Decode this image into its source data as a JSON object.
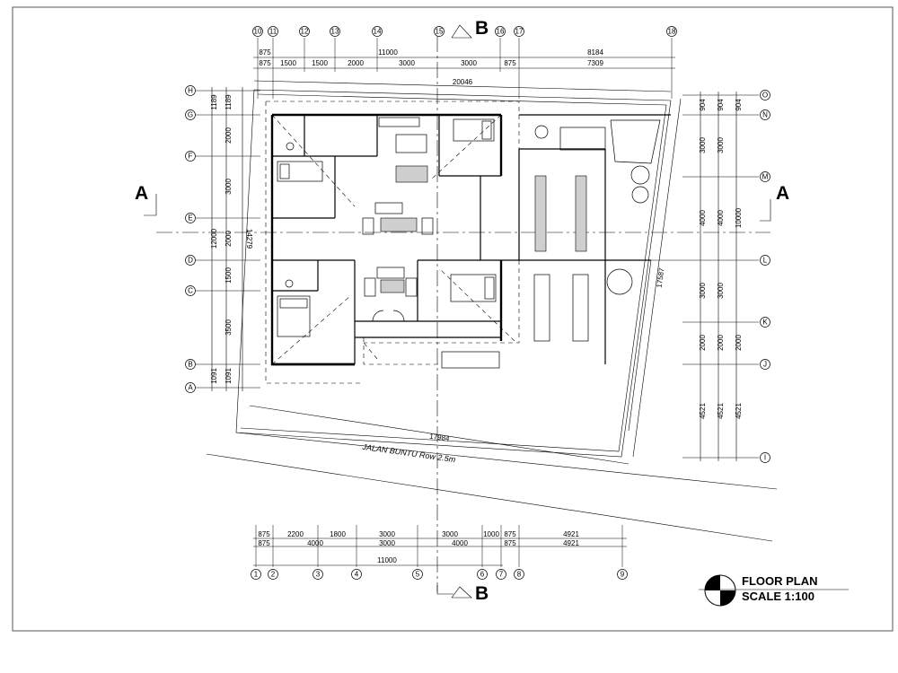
{
  "top_axes": [
    "10",
    "11",
    "12",
    "13",
    "14",
    "15",
    "16",
    "17",
    "18"
  ],
  "top_dims_row1": [
    "875",
    "11000",
    "8184"
  ],
  "top_dims_row2": [
    "875",
    "1500",
    "1500",
    "2000",
    "3000",
    "3000",
    "875",
    "7309"
  ],
  "bottom_axes": [
    "1",
    "2",
    "3",
    "4",
    "5",
    "6",
    "7",
    "8",
    "9"
  ],
  "bottom_dims_row1": [
    "875",
    "2200",
    "1800",
    "3000",
    "3000",
    "1000",
    "875",
    "4921"
  ],
  "bottom_dims_row2": [
    "875",
    "4000",
    "3000",
    "4000",
    "875",
    "4921"
  ],
  "bottom_total": "11000",
  "left_axes": [
    "H",
    "G",
    "F",
    "E",
    "D",
    "C",
    "B",
    "A"
  ],
  "left_dims": [
    "1189",
    "2000",
    "3000",
    "2000",
    "1500",
    "3500",
    "1091"
  ],
  "left_dims_outer": [
    "1189",
    "1091"
  ],
  "left_total": "12000",
  "left_total2": "14279",
  "right_axes": [
    "O",
    "N",
    "M",
    "L",
    "K",
    "J",
    "I"
  ],
  "right_dims": [
    "904",
    "3000",
    "4000",
    "3000",
    "2000",
    "4521"
  ],
  "right_total": "10000",
  "plot_dims": {
    "top": "20046",
    "bottom": "17984",
    "right": "17587"
  },
  "road_label": "JALAN BUNTU Row 2.5m",
  "section_marks": {
    "a": "A",
    "b": "B"
  },
  "title_block": {
    "title": "FLOOR PLAN",
    "scale": "SCALE 1:100"
  }
}
